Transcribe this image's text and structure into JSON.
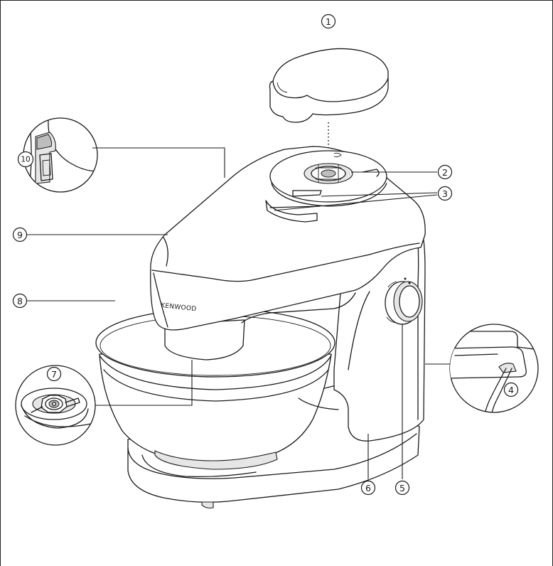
{
  "brand_label": "KENWOOD",
  "callouts": [
    {
      "id": "1",
      "label": "1"
    },
    {
      "id": "2",
      "label": "2"
    },
    {
      "id": "3",
      "label": "3"
    },
    {
      "id": "4",
      "label": "4"
    },
    {
      "id": "5",
      "label": "5"
    },
    {
      "id": "6",
      "label": "6"
    },
    {
      "id": "7",
      "label": "7"
    },
    {
      "id": "8",
      "label": "8"
    },
    {
      "id": "9",
      "label": "9"
    },
    {
      "id": "10",
      "label": "10"
    }
  ]
}
